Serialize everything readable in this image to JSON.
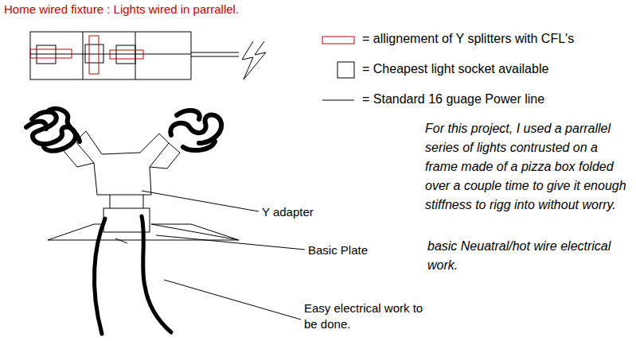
{
  "diagram": {
    "title": "Home wired fixture : Lights wired in parrallel.",
    "labels": [
      "For this project, I used a parrallel series of lights contrusted on a frame made of a pizza box folded over a couple time to give it enough stiffness to rigg into without worry.",
      "basic Neuatral/hot wire electrical work.",
      "Y adapter",
      "Basic Plate",
      "Easy electrical work to be done."
    ],
    "legend": [
      {
        "text": "= allignement of Y splitters with CFL's"
      },
      {
        "text": "= Cheapest light socket available"
      },
      {
        "text": "= Standard 16 guage Power line"
      }
    ]
  }
}
